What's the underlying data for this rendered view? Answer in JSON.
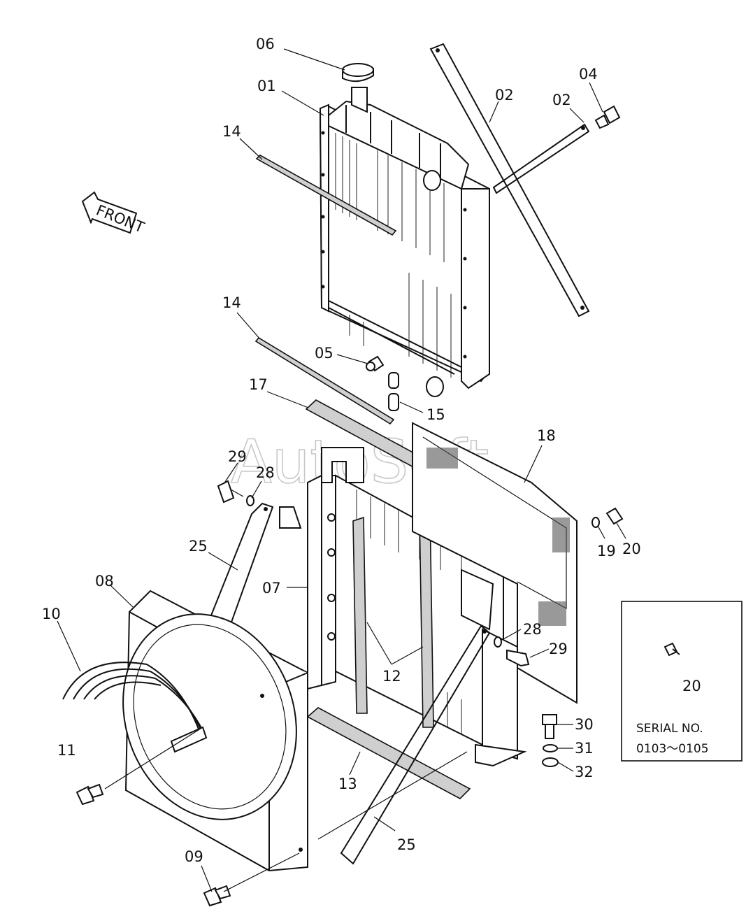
{
  "watermark": "AutoSoft",
  "front_arrow": "FRONT",
  "labels": {
    "l06": "06",
    "l01": "01",
    "l02a": "02",
    "l02b": "02",
    "l04": "04",
    "l14a": "14",
    "l14b": "14",
    "l05": "05",
    "l17": "17",
    "l15": "15",
    "l18": "18",
    "l29a": "29",
    "l28a": "28",
    "l19": "19",
    "l20a": "20",
    "l25a": "25",
    "l07": "07",
    "l08": "08",
    "l10": "10",
    "l28b": "28",
    "l29b": "29",
    "l12": "12",
    "l30": "30",
    "l31": "31",
    "l32": "32",
    "l11": "11",
    "l13": "13",
    "l25b": "25",
    "l09": "09"
  },
  "inset": {
    "part": "20",
    "serial_label": "SERIAL NO.",
    "serial_range": "0103～0105"
  }
}
